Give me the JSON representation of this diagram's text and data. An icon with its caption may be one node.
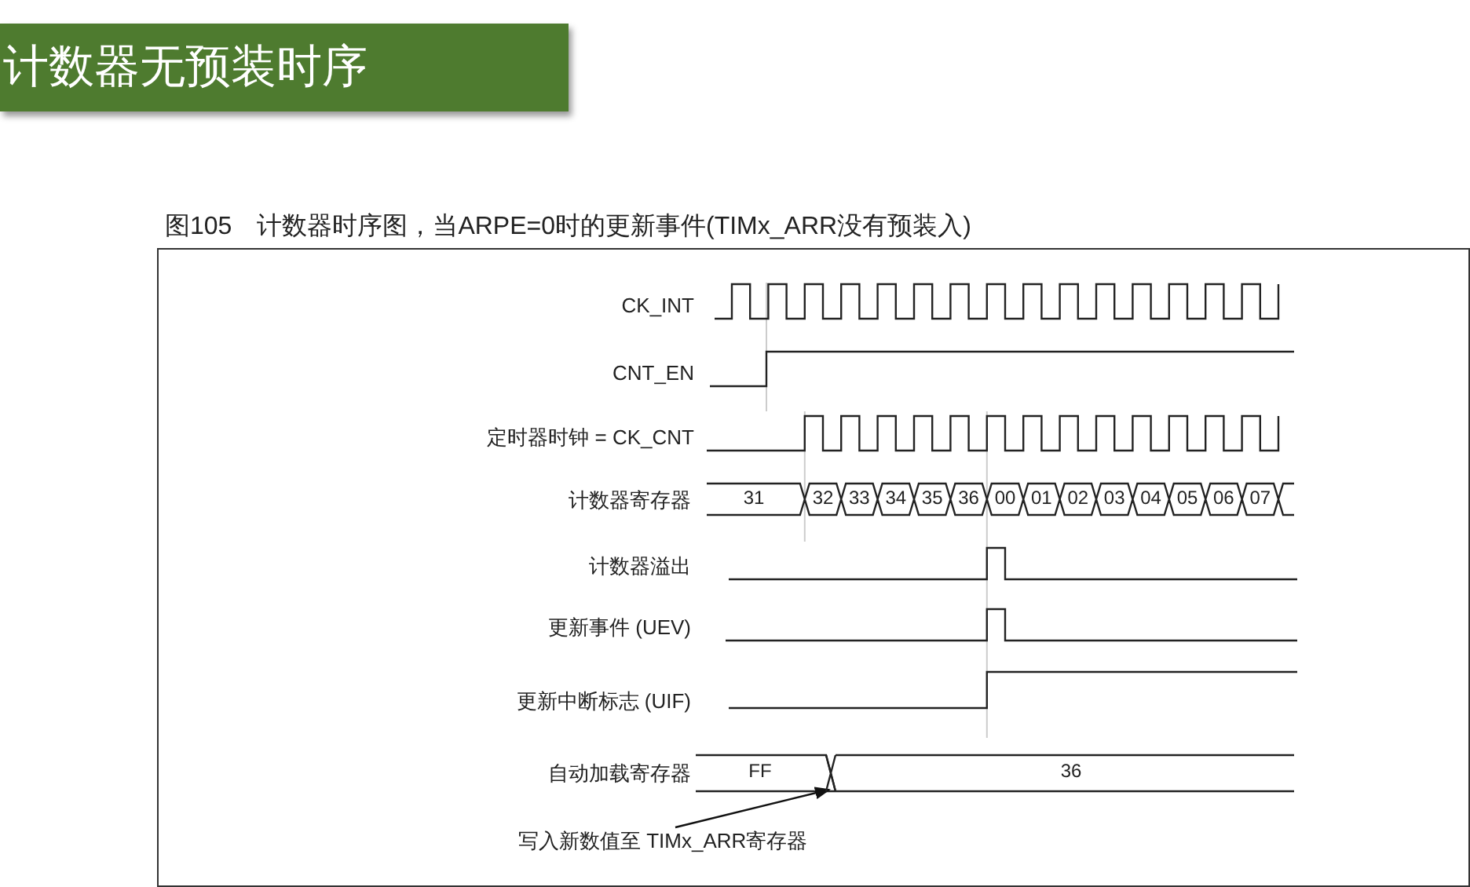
{
  "diagram": {
    "title": "计数器无预装时序",
    "caption": "图105　计数器时序图，当ARPE=0时的更新事件(TIMx_ARR没有预装入)",
    "nodes": [
      {
        "text": [
          "写入新数值至 TIMx_ARR寄存器"
        ]
      },
      {
        "text": [],
        "shape": "cross"
      }
    ],
    "edges": [
      {
        "from": 0,
        "to": 1,
        "arrow": "to"
      }
    ],
    "labels": [
      "CK_INT",
      "CNT_EN",
      "定时器时钟 = CK_CNT",
      "计数器寄存器",
      "31",
      "32",
      "33",
      "34",
      "35",
      "36",
      "00",
      "01",
      "02",
      "03",
      "04",
      "05",
      "06",
      "07",
      "计数器溢出",
      "更新事件 (UEV)",
      "更新中断标志 (UIF)",
      "自动加载寄存器",
      "FF",
      "36"
    ]
  }
}
